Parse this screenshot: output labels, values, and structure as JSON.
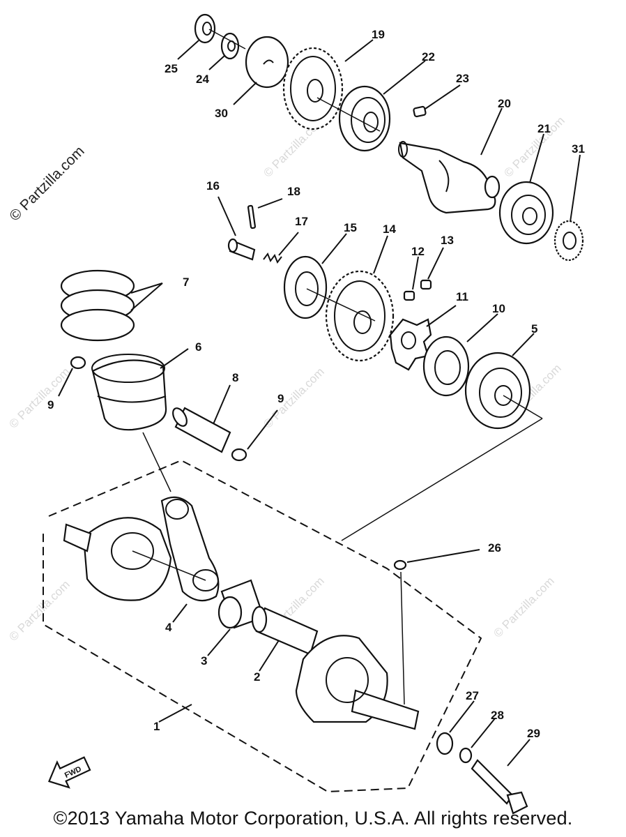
{
  "diagram": {
    "watermark_main": "© Partzilla.com",
    "watermark_repeat": "© Partzilla.com",
    "fwd_label": "FWD",
    "copyright": "©2013 Yamaha Motor Corporation, U.S.A. All rights reserved."
  },
  "labels": [
    {
      "id": "1",
      "text": "1"
    },
    {
      "id": "2",
      "text": "2"
    },
    {
      "id": "3",
      "text": "3"
    },
    {
      "id": "4",
      "text": "4"
    },
    {
      "id": "5",
      "text": "5"
    },
    {
      "id": "6",
      "text": "6"
    },
    {
      "id": "7",
      "text": "7"
    },
    {
      "id": "8",
      "text": "8"
    },
    {
      "id": "9a",
      "text": "9"
    },
    {
      "id": "9b",
      "text": "9"
    },
    {
      "id": "10",
      "text": "10"
    },
    {
      "id": "11",
      "text": "11"
    },
    {
      "id": "12",
      "text": "12"
    },
    {
      "id": "13",
      "text": "13"
    },
    {
      "id": "14",
      "text": "14"
    },
    {
      "id": "15",
      "text": "15"
    },
    {
      "id": "16",
      "text": "16"
    },
    {
      "id": "17",
      "text": "17"
    },
    {
      "id": "18",
      "text": "18"
    },
    {
      "id": "19",
      "text": "19"
    },
    {
      "id": "20",
      "text": "20"
    },
    {
      "id": "21",
      "text": "21"
    },
    {
      "id": "22",
      "text": "22"
    },
    {
      "id": "23",
      "text": "23"
    },
    {
      "id": "24",
      "text": "24"
    },
    {
      "id": "25",
      "text": "25"
    },
    {
      "id": "26",
      "text": "26"
    },
    {
      "id": "27",
      "text": "27"
    },
    {
      "id": "28",
      "text": "28"
    },
    {
      "id": "29",
      "text": "29"
    },
    {
      "id": "30",
      "text": "30"
    },
    {
      "id": "31",
      "text": "31"
    }
  ]
}
